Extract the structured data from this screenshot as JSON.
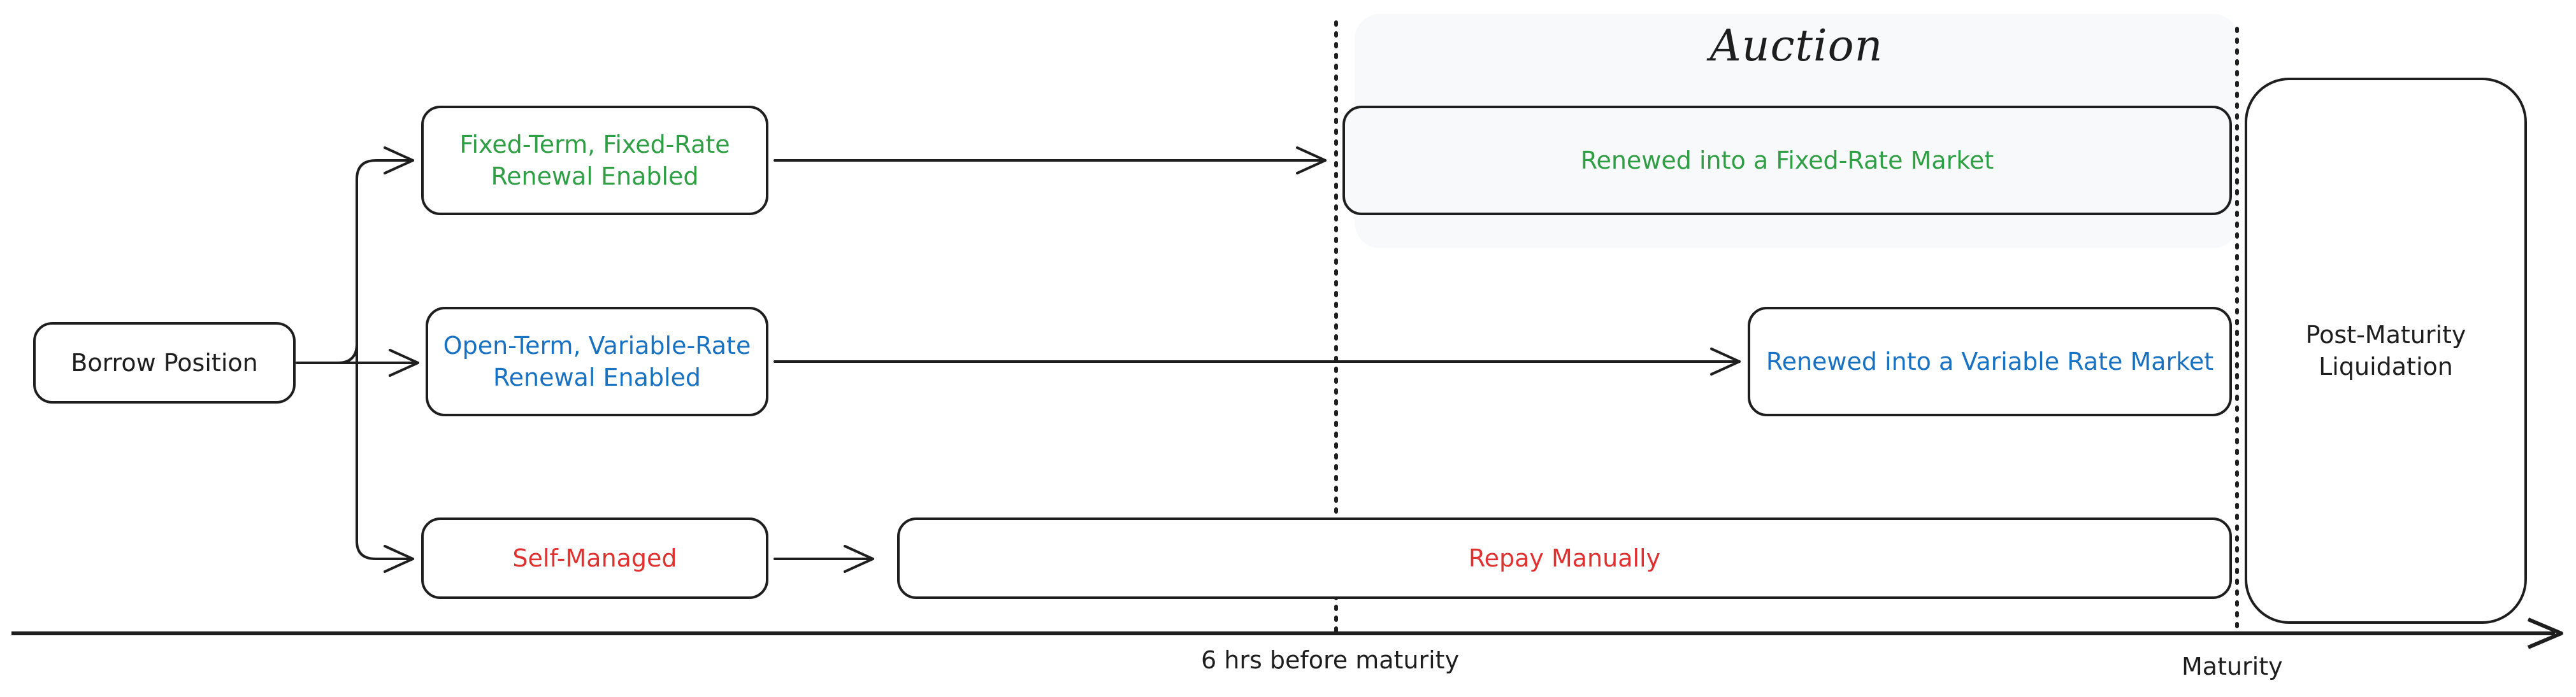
{
  "diagram": {
    "auction_title": "Auction",
    "nodes": {
      "borrow_position": "Borrow Position",
      "fixed_term": [
        "Fixed-Term, Fixed-Rate",
        "Renewal Enabled"
      ],
      "open_term": [
        "Open-Term, Variable-Rate",
        "Renewal Enabled"
      ],
      "self_managed": "Self-Managed",
      "renewed_fixed": "Renewed into a Fixed-Rate Market",
      "renewed_variable": "Renewed into a Variable Rate Market",
      "repay_manually": "Repay Manually",
      "post_maturity": [
        "Post-Maturity",
        "Liquidation"
      ]
    },
    "timeline": {
      "marker_six_hours": "6 hrs before maturity",
      "marker_maturity": "Maturity"
    },
    "colors": {
      "fixed_rate_text": "#2f9e44",
      "variable_rate_text": "#1971c2",
      "self_managed_text": "#e03131",
      "stroke": "#1e1e1e",
      "auction_background": "#f8f9fa"
    }
  }
}
